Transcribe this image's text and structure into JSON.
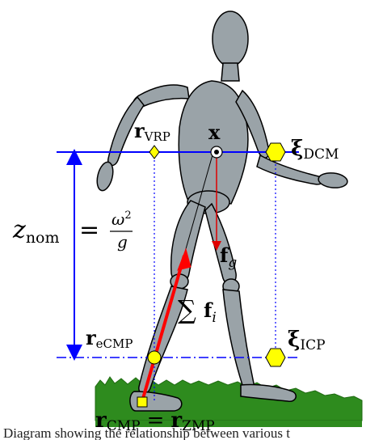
{
  "labels": {
    "r_vrp": {
      "main": "r",
      "sub": "VRP"
    },
    "x_com": {
      "main": "x"
    },
    "xi_dcm": {
      "main": "ξ",
      "sub": "DCM"
    },
    "z_nom": {
      "main": "z",
      "sub": "nom"
    },
    "equals": "=",
    "omega": "ω",
    "omega_exp": "2",
    "g_den": "g",
    "f_g": {
      "main": "f",
      "sub": "g"
    },
    "sum_sym": "∑",
    "f_i": {
      "main": "f",
      "sub": "i"
    },
    "r_ecmp": {
      "main": "r",
      "sub": "eCMP"
    },
    "xi_icp": {
      "main": "ξ",
      "sub": "ICP"
    },
    "r_cmp": {
      "main": "r",
      "sub": "CMP"
    },
    "r_zmp": {
      "main": "r",
      "sub": "ZMP"
    }
  },
  "caption": "Diagram showing the relationship between various t",
  "colors": {
    "body_fill": "#9aa3a8",
    "outline": "#000000",
    "level_line": "#0000ff",
    "force_red": "#ff0000",
    "gravity_red": "#e00000",
    "point_yellow": "#ffff00",
    "grass": "#2e8b1e"
  }
}
